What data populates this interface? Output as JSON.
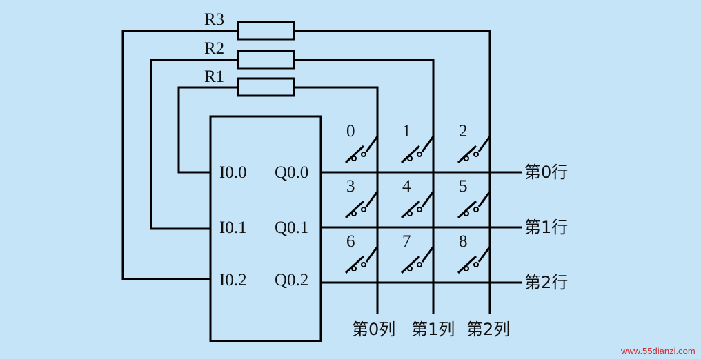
{
  "resistors": {
    "r1": "R1",
    "r2": "R2",
    "r3": "R3"
  },
  "plc": {
    "inputs": [
      "I0.0",
      "I0.1",
      "I0.2"
    ],
    "outputs": [
      "Q0.0",
      "Q0.1",
      "Q0.2"
    ]
  },
  "keys": [
    "0",
    "1",
    "2",
    "3",
    "4",
    "5",
    "6",
    "7",
    "8"
  ],
  "rows": [
    "第0行",
    "第1行",
    "第2行"
  ],
  "cols": [
    "第0列",
    "第1列",
    "第2列"
  ],
  "watermark": "www.55dianzi.com"
}
